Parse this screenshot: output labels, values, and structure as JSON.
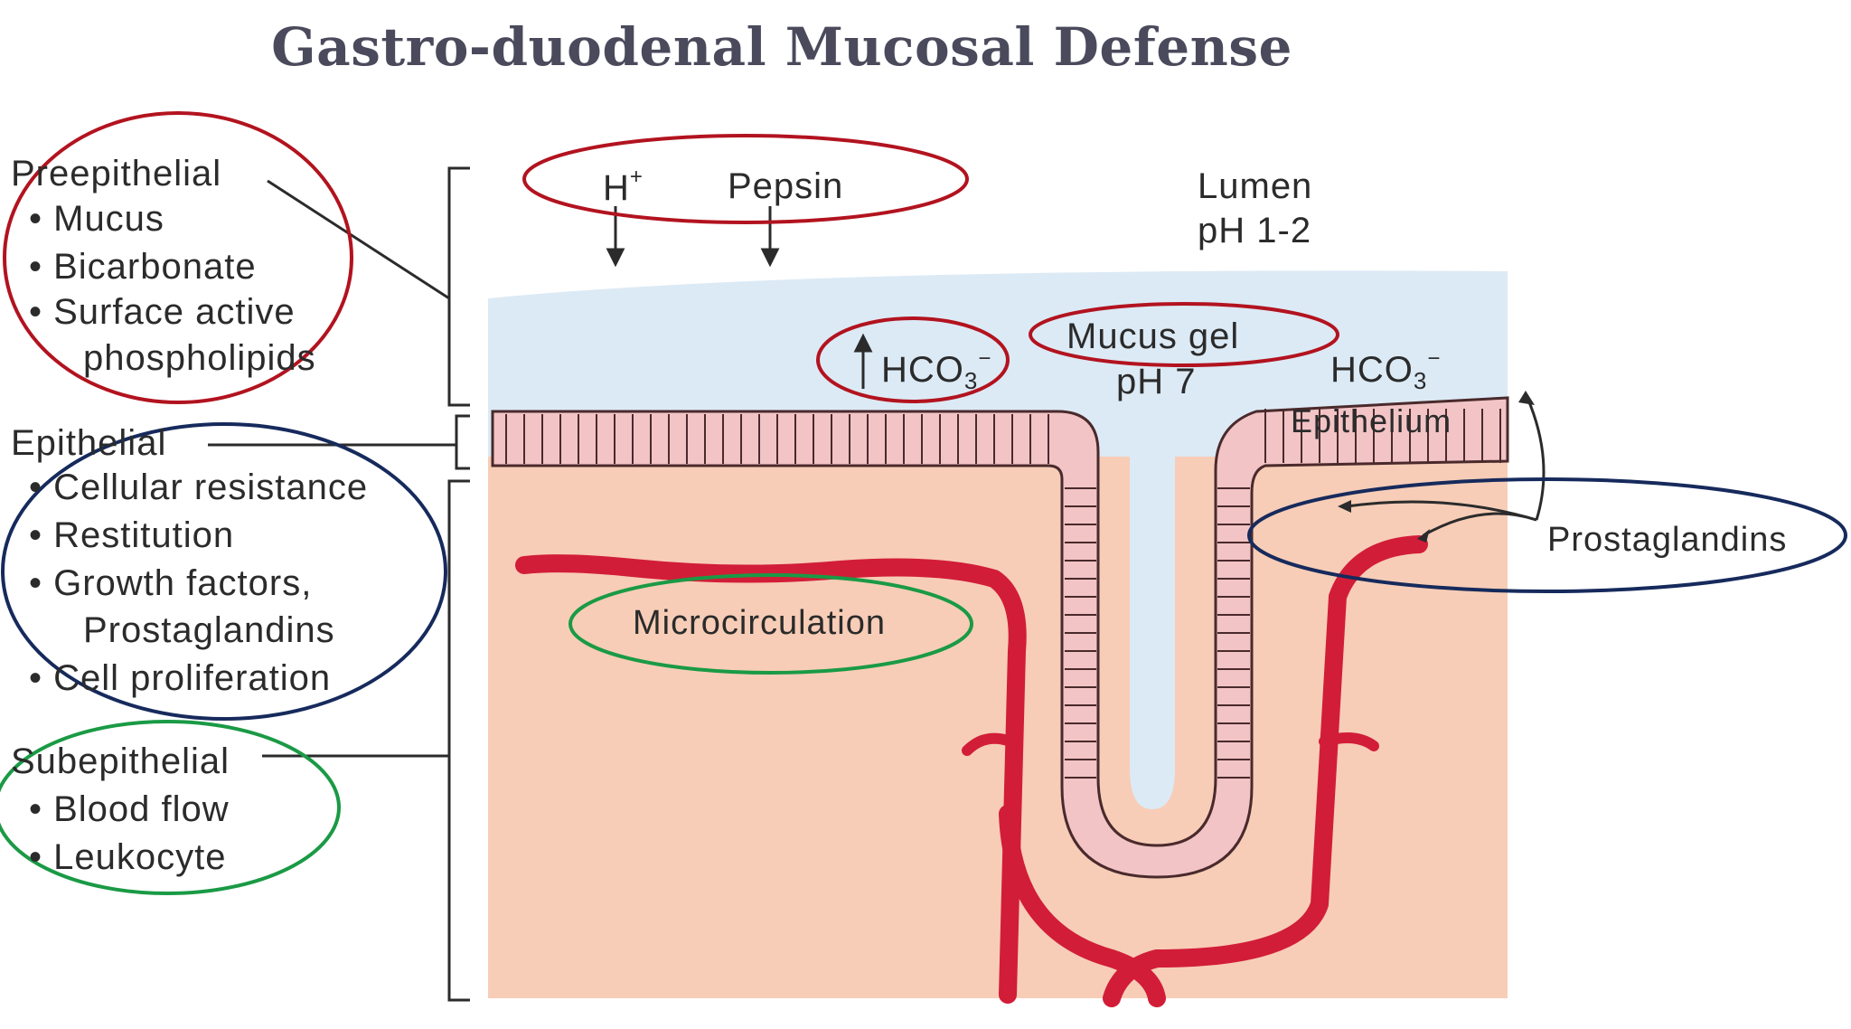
{
  "title": "Gastro-duodenal Mucosal Defense",
  "left_panel": {
    "preepithelial": {
      "heading": "Preepithelial",
      "items": [
        "• Mucus",
        "• Bicarbonate",
        "• Surface active",
        "phospholipids"
      ]
    },
    "epithelial": {
      "heading": "Epithelial",
      "items": [
        "• Cellular resistance",
        "• Restitution",
        "• Growth factors,",
        "Prostaglandins",
        "• Cell proliferation"
      ]
    },
    "subepithelial": {
      "heading": "Subepithelial",
      "items": [
        "• Blood flow",
        "• Leukocyte"
      ]
    }
  },
  "diagram": {
    "h_plus": "H",
    "h_plus_sup": "+",
    "pepsin": "Pepsin",
    "lumen": "Lumen",
    "lumen_ph": "pH 1-2",
    "hco3_left": "HCO",
    "hco3_left_sub": "3",
    "hco3_left_sup": "−",
    "mucus_gel": "Mucus gel",
    "mucus_ph": "pH 7",
    "hco3_right": "HCO",
    "hco3_right_sub": "3",
    "hco3_right_sup": "−",
    "epithelium": "Epithelium",
    "microcirculation": "Microcirculation",
    "prostaglandins": "Prostaglandins"
  },
  "colors": {
    "title": "#4a4a5c",
    "lumen_fill": "#dceaf5",
    "tissue_fill": "#f7cdb7",
    "epithelium_fill": "#f2c4c6",
    "vessel": "#d21d38",
    "circle_red": "#b2131f",
    "circle_navy": "#162a5c",
    "circle_green": "#1a9a45"
  }
}
